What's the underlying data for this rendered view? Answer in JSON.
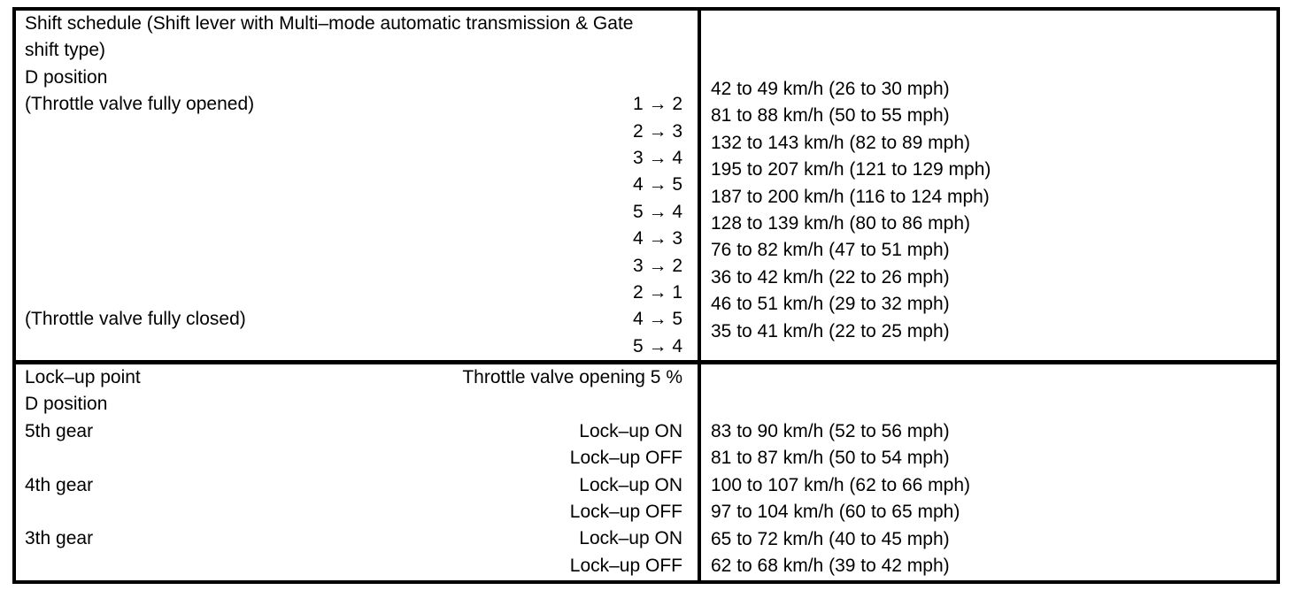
{
  "shift_schedule": {
    "title_line1": "Shift schedule (Shift lever with Multi–mode automatic transmission & Gate",
    "title_line2": "shift type)",
    "position": "D position",
    "open_label": "(Throttle valve fully opened)",
    "closed_label": "(Throttle valve fully closed)",
    "shifts": [
      "1 → 2",
      "2 → 3",
      "3 → 4",
      "4 → 5",
      "5 → 4",
      "4 → 3",
      "3 → 2",
      "2 → 1",
      "4 → 5",
      "5 → 4"
    ],
    "speeds": [
      "42 to 49 km/h (26 to 30 mph)",
      "81 to 88 km/h (50 to 55 mph)",
      "132 to 143 km/h (82 to 89 mph)",
      "195 to 207 km/h (121 to 129 mph)",
      "187 to 200 km/h (116 to 124 mph)",
      "128 to 139 km/h (80 to 86 mph)",
      "76 to 82 km/h (47 to 51 mph)",
      "36 to 42 km/h (22 to 26 mph)",
      "46 to 51 km/h (29 to 32 mph)",
      "35 to 41 km/h (22 to 25 mph)"
    ]
  },
  "lockup": {
    "title": "Lock–up point",
    "throttle_label": "Throttle valve opening 5 %",
    "position": "D position",
    "gears": [
      "5th gear",
      "4th gear",
      "3th gear"
    ],
    "state_on": "Lock–up ON",
    "state_off": "Lock–up OFF",
    "speeds": [
      "83 to 90 km/h (52 to 56 mph)",
      "81 to 87 km/h (50 to 54 mph)",
      "100 to 107 km/h (62 to 66 mph)",
      "97 to 104 km/h (60 to 65 mph)",
      "65 to 72 km/h (40 to 45 mph)",
      "62 to 68 km/h (39 to 42 mph)"
    ]
  }
}
